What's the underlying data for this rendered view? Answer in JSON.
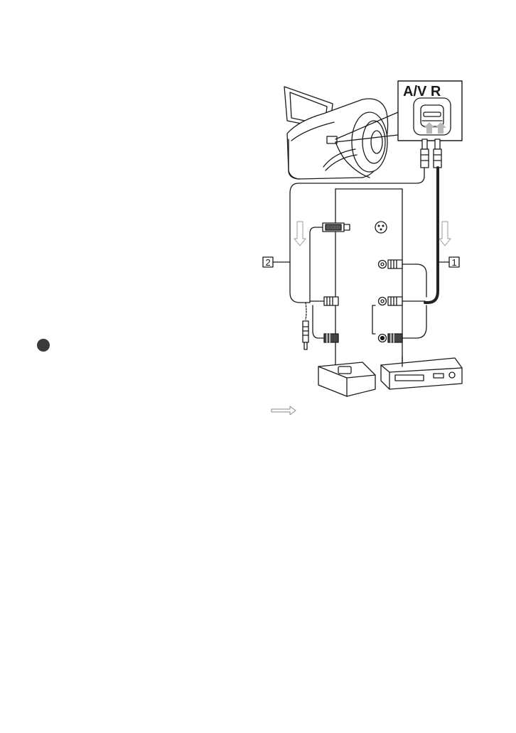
{
  "document": {
    "port_label": "A/V R",
    "cable_1_number": "1",
    "cable_2_number": "2"
  },
  "colors": {
    "ink": "#1a1a1a",
    "cable_dark": "#222222",
    "arrow_grey": "#b8b8b8",
    "bullet": "#3a3a3a"
  }
}
